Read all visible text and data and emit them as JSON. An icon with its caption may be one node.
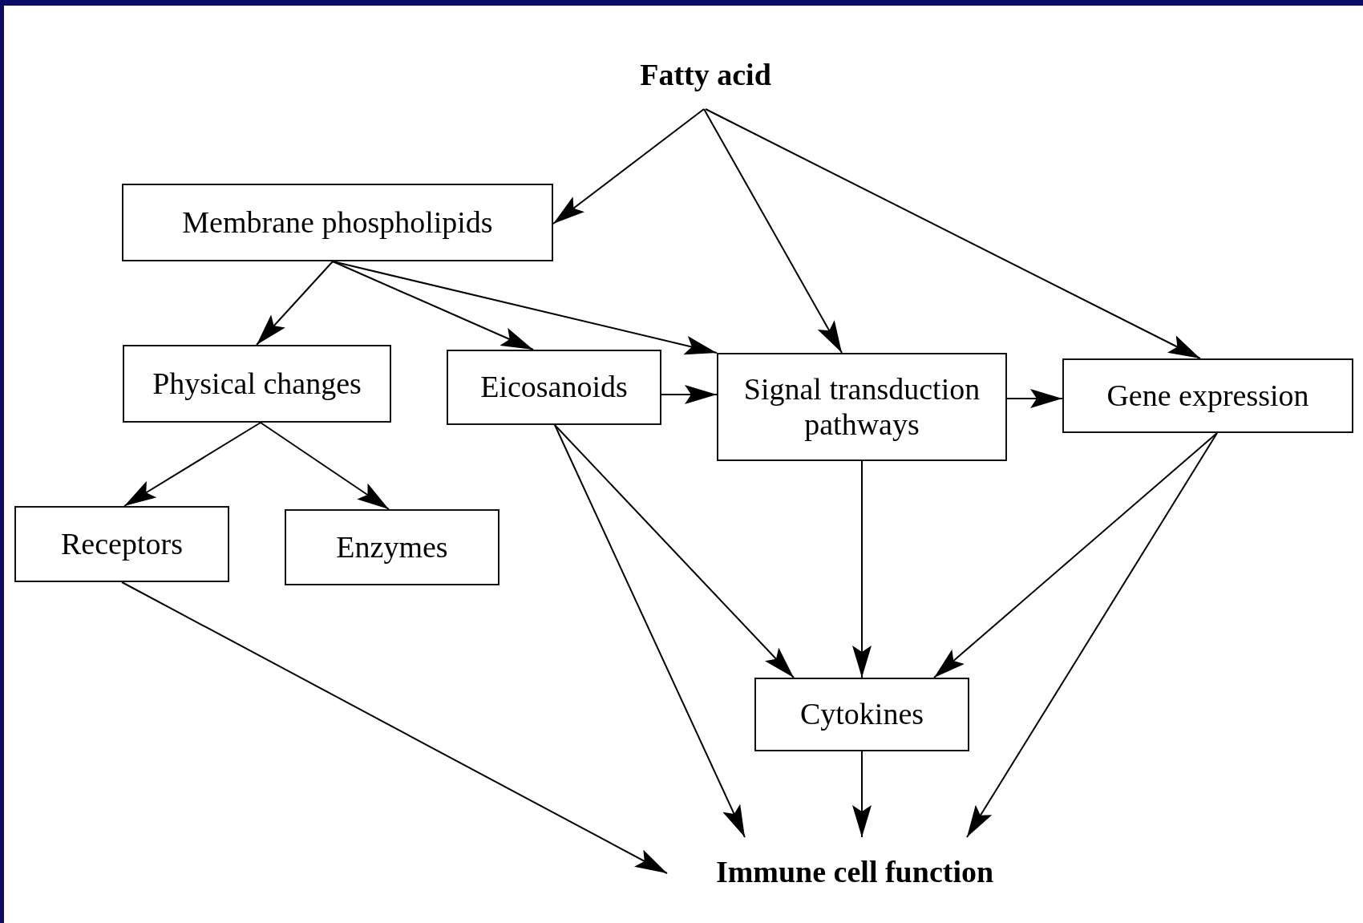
{
  "diagram": {
    "nodes": [
      {
        "text": [
          "Fatty acid"
        ]
      },
      {
        "text": [
          "Membrane phospholipids"
        ]
      },
      {
        "text": [
          "Physical changes"
        ]
      },
      {
        "text": [
          "Eicosanoids"
        ]
      },
      {
        "text": [
          "Signal transduction pathways"
        ]
      },
      {
        "text": [
          "Gene expression"
        ]
      },
      {
        "text": [
          "Receptors"
        ]
      },
      {
        "text": [
          "Enzymes"
        ]
      },
      {
        "text": [
          "Cytokines"
        ]
      },
      {
        "text": [
          "Immune cell function"
        ]
      }
    ],
    "edges": [
      {
        "from": 0,
        "to": 1,
        "arrow": "to"
      },
      {
        "from": 0,
        "to": 4,
        "arrow": "to"
      },
      {
        "from": 0,
        "to": 5,
        "arrow": "to"
      },
      {
        "from": 1,
        "to": 2,
        "arrow": "to"
      },
      {
        "from": 1,
        "to": 3,
        "arrow": "to"
      },
      {
        "from": 1,
        "to": 4,
        "arrow": "to"
      },
      {
        "from": 2,
        "to": 6,
        "arrow": "to"
      },
      {
        "from": 2,
        "to": 7,
        "arrow": "to"
      },
      {
        "from": 3,
        "to": 4,
        "arrow": "to"
      },
      {
        "from": 4,
        "to": 5,
        "arrow": "to"
      },
      {
        "from": 3,
        "to": 8,
        "arrow": "to"
      },
      {
        "from": 3,
        "to": 9,
        "arrow": "to"
      },
      {
        "from": 4,
        "to": 8,
        "arrow": "to"
      },
      {
        "from": 5,
        "to": 8,
        "arrow": "to"
      },
      {
        "from": 5,
        "to": 9,
        "arrow": "to"
      },
      {
        "from": 6,
        "to": 9,
        "arrow": "to"
      },
      {
        "from": 8,
        "to": 9,
        "arrow": "to"
      }
    ]
  }
}
